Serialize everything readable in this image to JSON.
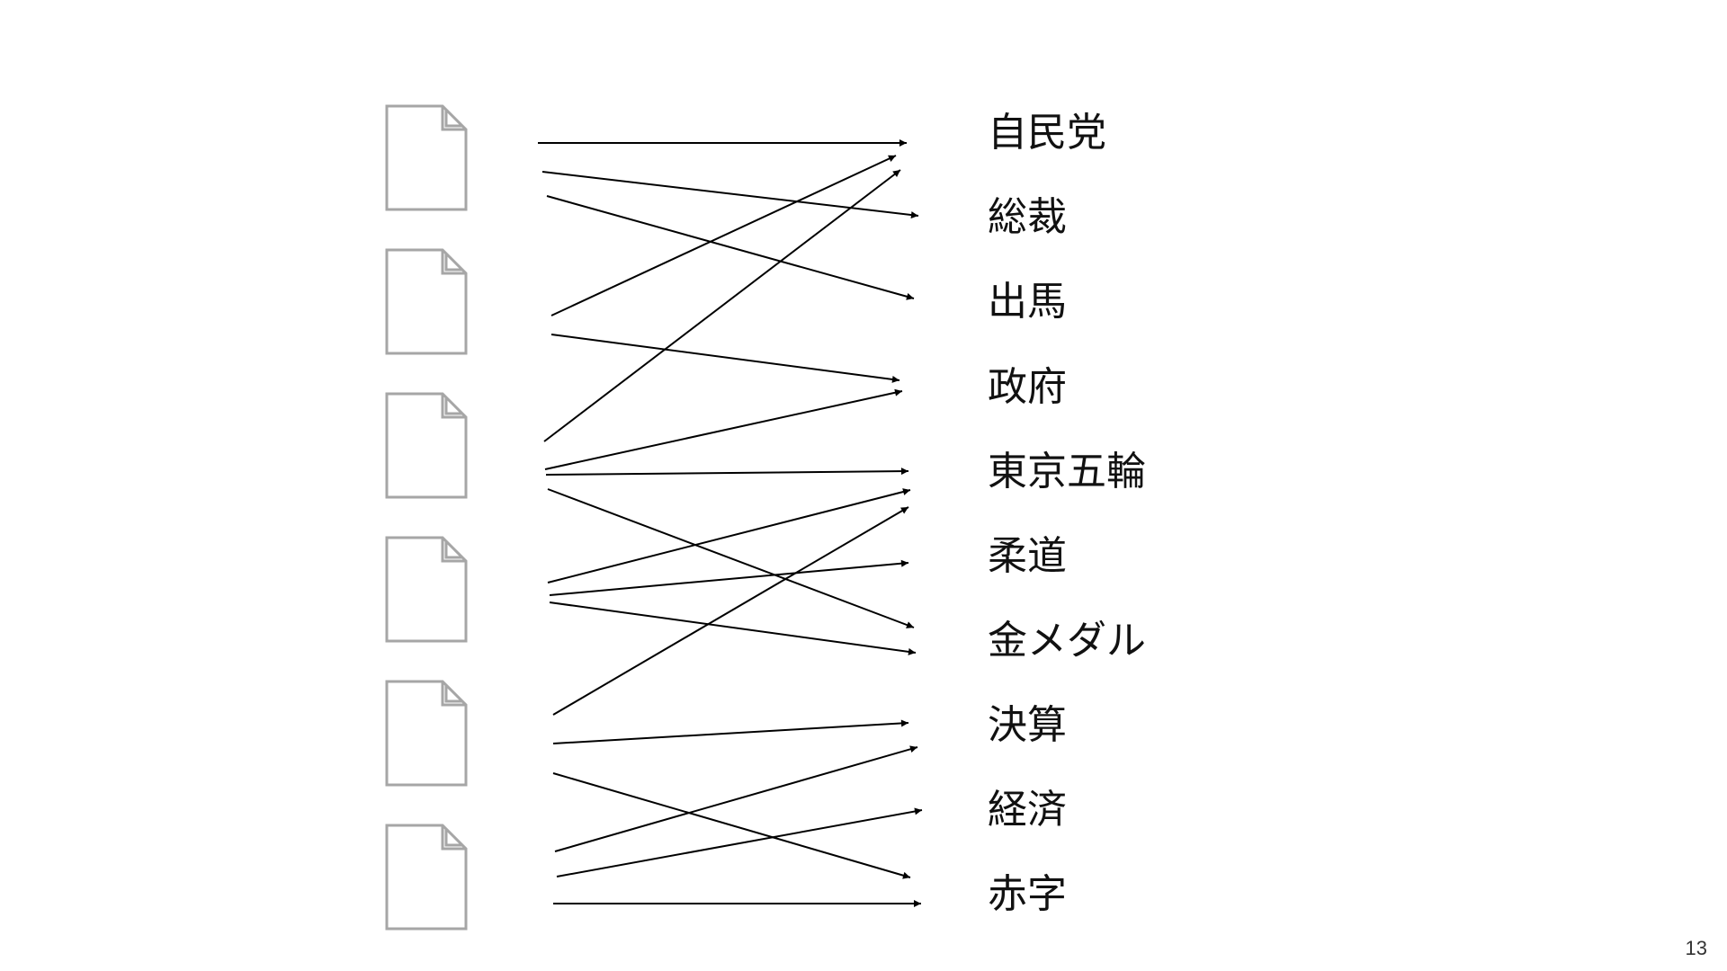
{
  "slide": {
    "page_number": "13"
  },
  "diagram": {
    "documents": [
      {
        "id": "doc-1",
        "icon": "document-icon"
      },
      {
        "id": "doc-2",
        "icon": "document-icon"
      },
      {
        "id": "doc-3",
        "icon": "document-icon"
      },
      {
        "id": "doc-4",
        "icon": "document-icon"
      },
      {
        "id": "doc-5",
        "icon": "document-icon"
      },
      {
        "id": "doc-6",
        "icon": "document-icon"
      }
    ],
    "terms": [
      "自民党",
      "総裁",
      "出馬",
      "政府",
      "東京五輪",
      "柔道",
      "金メダル",
      "決算",
      "経済",
      "赤字"
    ],
    "colors": {
      "line": "#000000",
      "document_outline": "#a6a6a6",
      "text": "#111111"
    }
  }
}
